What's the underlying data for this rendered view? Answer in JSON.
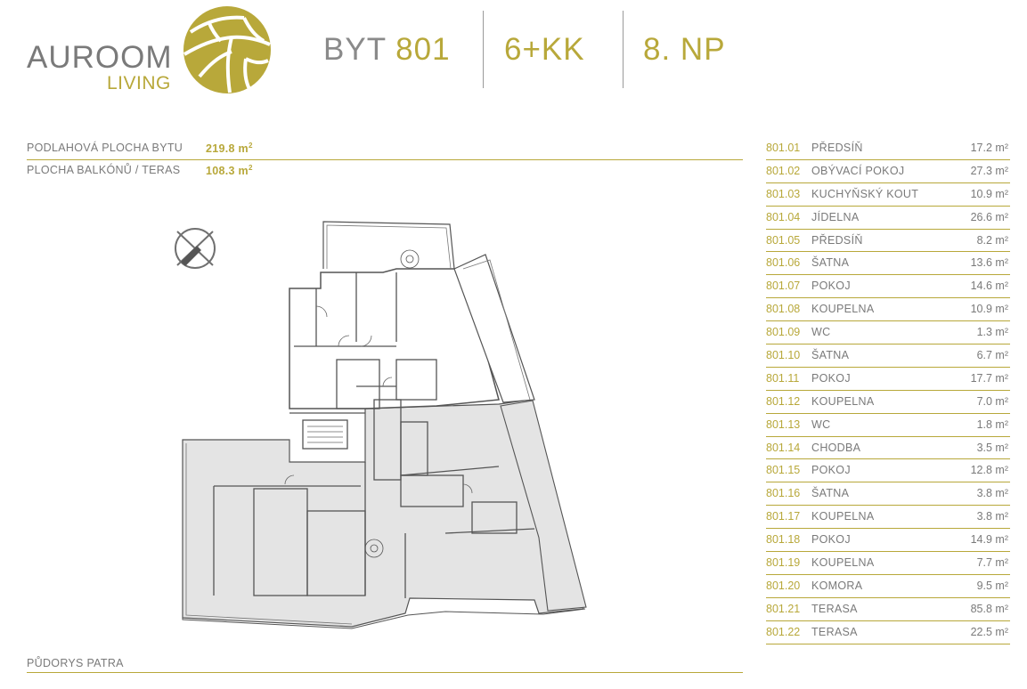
{
  "brand": {
    "name": "AUROOM",
    "sub": "LIVING"
  },
  "header": {
    "byt_label": "BYT",
    "byt_number": "801",
    "type": "6+KK",
    "floor": "8. NP"
  },
  "areas": [
    {
      "label": "PODLAHOVÁ PLOCHA BYTU",
      "value": "219.8 m",
      "unit_sup": "2"
    },
    {
      "label": "PLOCHA BALKÓNŮ / TERAS",
      "value": "108.3 m",
      "unit_sup": "2"
    }
  ],
  "footer_label": "PŮDORYS PATRA",
  "rooms": [
    {
      "id": "801.01",
      "name": "PŘEDSÍŇ",
      "area": "17.2 m²"
    },
    {
      "id": "801.02",
      "name": "OBÝVACÍ POKOJ",
      "area": "27.3 m²"
    },
    {
      "id": "801.03",
      "name": "KUCHYŇSKÝ KOUT",
      "area": "10.9 m²"
    },
    {
      "id": "801.04",
      "name": "JÍDELNA",
      "area": "26.6 m²"
    },
    {
      "id": "801.05",
      "name": "PŘEDSÍŇ",
      "area": "8.2 m²"
    },
    {
      "id": "801.06",
      "name": "ŠATNA",
      "area": "13.6 m²"
    },
    {
      "id": "801.07",
      "name": "POKOJ",
      "area": "14.6 m²"
    },
    {
      "id": "801.08",
      "name": "KOUPELNA",
      "area": "10.9 m²"
    },
    {
      "id": "801.09",
      "name": "WC",
      "area": "1.3 m²"
    },
    {
      "id": "801.10",
      "name": "ŠATNA",
      "area": "6.7 m²"
    },
    {
      "id": "801.11",
      "name": "POKOJ",
      "area": "17.7 m²"
    },
    {
      "id": "801.12",
      "name": "KOUPELNA",
      "area": "7.0 m²"
    },
    {
      "id": "801.13",
      "name": "WC",
      "area": "1.8 m²"
    },
    {
      "id": "801.14",
      "name": "CHODBA",
      "area": "3.5 m²"
    },
    {
      "id": "801.15",
      "name": "POKOJ",
      "area": "12.8 m²"
    },
    {
      "id": "801.16",
      "name": "ŠATNA",
      "area": "3.8 m²"
    },
    {
      "id": "801.17",
      "name": "KOUPELNA",
      "area": "3.8 m²"
    },
    {
      "id": "801.18",
      "name": "POKOJ",
      "area": "14.9 m²"
    },
    {
      "id": "801.19",
      "name": "KOUPELNA",
      "area": "7.7 m²"
    },
    {
      "id": "801.20",
      "name": "KOMORA",
      "area": "9.5 m²"
    },
    {
      "id": "801.21",
      "name": "TERASA",
      "area": "85.8 m²"
    },
    {
      "id": "801.22",
      "name": "TERASA",
      "area": "22.5 m²"
    }
  ],
  "colors": {
    "accent": "#b8a83a",
    "text": "#7a7a7a",
    "plan_shade": "#e4e4e4"
  }
}
